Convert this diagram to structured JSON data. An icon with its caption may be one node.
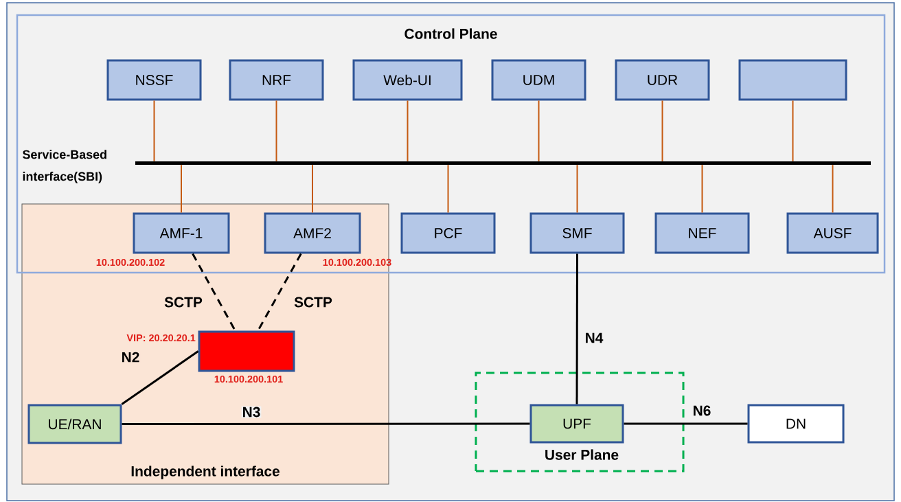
{
  "diagram": {
    "nodes": [
      {
        "text": [
          "Control Plane"
        ]
      },
      {
        "text": [
          "Independent interface"
        ]
      },
      {
        "text": [
          "User Plane"
        ]
      },
      {
        "text": [
          "Service-Based interface(SBI)"
        ],
        "in": 0
      },
      {
        "text": [
          "NSSF"
        ],
        "in": 0
      },
      {
        "text": [
          "NRF"
        ],
        "in": 0
      },
      {
        "text": [
          "Web-UI"
        ],
        "in": 0
      },
      {
        "text": [
          "UDM"
        ],
        "in": 0
      },
      {
        "text": [
          "UDR"
        ],
        "in": 0
      },
      {
        "text": [],
        "shape": "box",
        "in": 0
      },
      {
        "text": [
          "AMF-1"
        ],
        "beside": [
          "10.100.200.102"
        ]
      },
      {
        "text": [
          "AMF2"
        ],
        "beside": [
          "10.100.200.103"
        ]
      },
      {
        "text": [
          "PCF"
        ],
        "in": 0
      },
      {
        "text": [
          "SMF"
        ],
        "in": 0
      },
      {
        "text": [
          "NEF"
        ],
        "in": 0
      },
      {
        "text": [
          "AUSF"
        ],
        "in": 0
      },
      {
        "text": [],
        "shape": "box",
        "in": 1,
        "beside": [
          "VIP: 20.20.20.1",
          "10.100.200.101"
        ]
      },
      {
        "text": [
          "UE/RAN"
        ],
        "in": 1
      },
      {
        "text": [
          "UPF"
        ],
        "in": 2
      },
      {
        "text": [
          "DN"
        ]
      }
    ],
    "edges": [
      {
        "from": 4,
        "to": 3,
        "arrow": "none"
      },
      {
        "from": 5,
        "to": 3,
        "arrow": "none"
      },
      {
        "from": 6,
        "to": 3,
        "arrow": "none"
      },
      {
        "from": 7,
        "to": 3,
        "arrow": "none"
      },
      {
        "from": 8,
        "to": 3,
        "arrow": "none"
      },
      {
        "from": 9,
        "to": 3,
        "arrow": "none"
      },
      {
        "from": 3,
        "to": 10,
        "arrow": "none"
      },
      {
        "from": 3,
        "to": 11,
        "arrow": "none"
      },
      {
        "from": 3,
        "to": 12,
        "arrow": "none"
      },
      {
        "from": 3,
        "to": 13,
        "arrow": "none"
      },
      {
        "from": 3,
        "to": 14,
        "arrow": "none"
      },
      {
        "from": 3,
        "to": 15,
        "arrow": "none"
      },
      {
        "from": 10,
        "to": 16,
        "arrow": "none",
        "label": "SCTP",
        "style": "dashed",
        "color": "#000000"
      },
      {
        "from": 11,
        "to": 16,
        "arrow": "none",
        "label": "SCTP",
        "style": "dashed",
        "color": "#000000"
      },
      {
        "from": 17,
        "to": 16,
        "arrow": "none",
        "label": "N2",
        "color": "#000000"
      },
      {
        "from": 17,
        "to": 18,
        "arrow": "none",
        "label": "N3",
        "color": "#000000"
      },
      {
        "from": 13,
        "to": 18,
        "arrow": "none",
        "label": "N4",
        "color": "#000000"
      },
      {
        "from": 18,
        "to": 19,
        "arrow": "none",
        "label": "N6",
        "color": "#000000"
      }
    ]
  }
}
